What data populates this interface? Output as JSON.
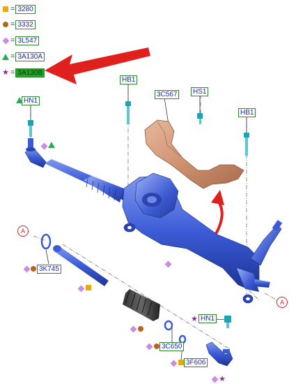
{
  "legend": [
    {
      "symbol": "square",
      "color": "#f0a800",
      "code": "3280"
    },
    {
      "symbol": "circle",
      "color": "#b5651d",
      "code": "3332"
    },
    {
      "symbol": "diamond",
      "color": "#c88ce0",
      "code": "3L547"
    },
    {
      "symbol": "triangle",
      "color": "#22b24c",
      "code": "3A130A"
    },
    {
      "symbol": "star",
      "color": "#8b2c8b",
      "code": "3A130B",
      "highlighted": true
    }
  ],
  "eq_sign": "=",
  "labels": {
    "hn1_left": "HN1",
    "hb1_left": "HB1",
    "c567": "3C567",
    "hs1": "HS1",
    "hb1_right": "HB1",
    "k745": "3K745",
    "hn1_right": "HN1",
    "c650": "3C650",
    "f606": "3F606"
  },
  "callouts": {
    "a_left": "A",
    "a_right": "A"
  },
  "colors": {
    "part_blue": "#3b5bd6",
    "heat_shield": "#d49b7a",
    "arrow_red": "#e0201c",
    "label_border": "#2a8a2a",
    "label_text": "#1a2bb0"
  },
  "star_glyph": "★"
}
